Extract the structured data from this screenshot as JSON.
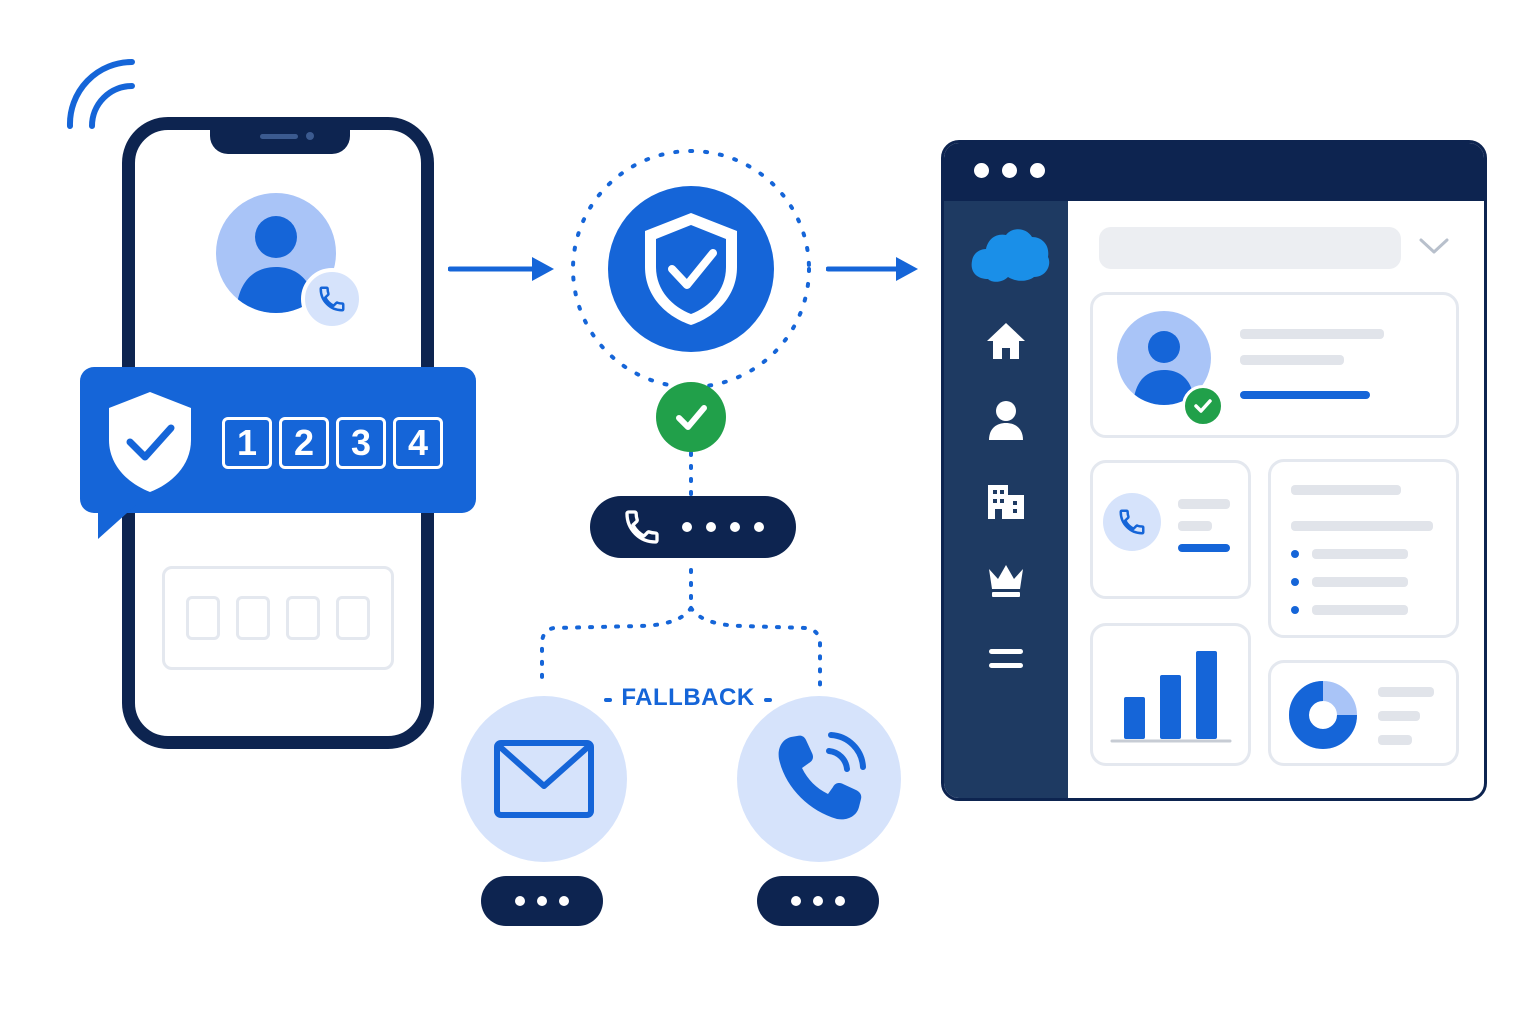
{
  "phone": {
    "otp_digits": [
      "1",
      "2",
      "3",
      "4"
    ],
    "otp_input_cells": 4
  },
  "center": {
    "fallback_label": "FALLBACK"
  },
  "colors": {
    "primary_blue": "#1565d8",
    "navy": "#0d2450",
    "sidebar_navy": "#1e3a62",
    "light_blue": "#d6e3fb",
    "success_green": "#21a04a"
  },
  "icons": {
    "phone_screen": [
      "signal-waves-icon",
      "user-avatar-icon",
      "phone-icon",
      "shield-check-icon"
    ],
    "center": [
      "shield-check-icon",
      "check-circle-icon",
      "phone-icon",
      "email-icon",
      "phone-ringing-icon"
    ],
    "crm_sidebar": [
      "cloud-logo-icon",
      "home-icon",
      "contact-icon",
      "building-icon",
      "crown-icon",
      "menu-icon"
    ],
    "crm_main": [
      "chevron-down-icon",
      "user-avatar-icon",
      "check-circle-icon",
      "phone-icon",
      "bar-chart-icon",
      "donut-chart-icon"
    ]
  }
}
